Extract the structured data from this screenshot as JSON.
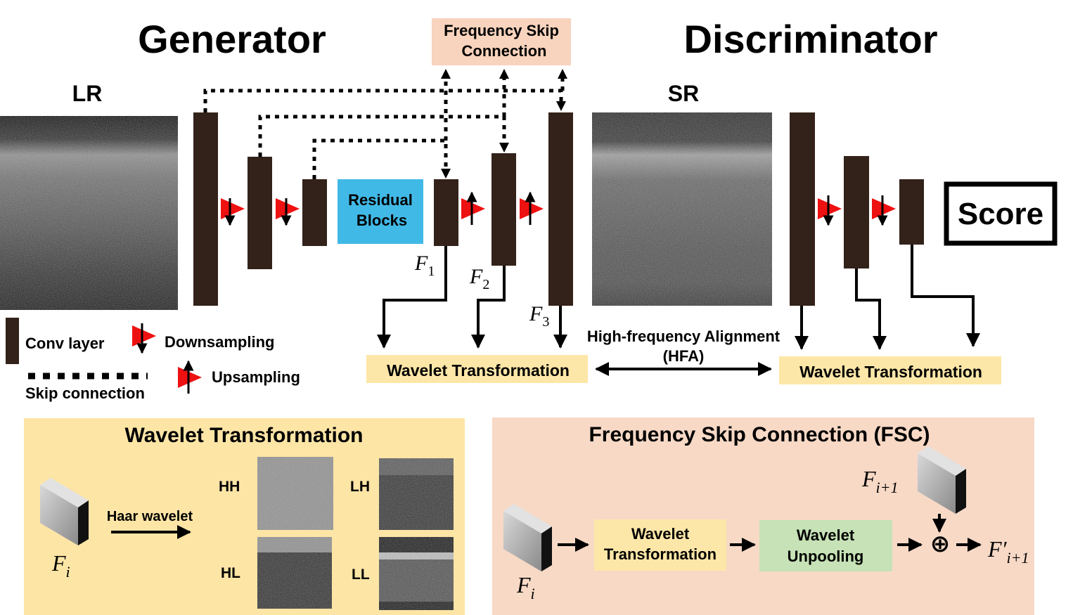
{
  "titles": {
    "generator": "Generator",
    "discriminator": "Discriminator"
  },
  "images": {
    "lr_label": "LR",
    "sr_label": "SR"
  },
  "fsc_box": {
    "line1": "Frequency Skip",
    "line2": "Connection"
  },
  "residual": {
    "line1": "Residual",
    "line2": "Blocks"
  },
  "score": "Score",
  "features": {
    "f1": {
      "base": "F",
      "sub": "1"
    },
    "f2": {
      "base": "F",
      "sub": "2"
    },
    "f3": {
      "base": "F",
      "sub": "3"
    }
  },
  "legend": {
    "conv": "Conv layer",
    "down": "Downsampling",
    "skip": "Skip connection",
    "up": "Upsampling"
  },
  "hfa": {
    "line1": "High-frequency Alignment",
    "line2": "(HFA)"
  },
  "wavelet_left": "Wavelet Transformation",
  "wavelet_right": "Wavelet Transformation",
  "wt_panel": {
    "title": "Wavelet Transformation",
    "arrow_label": "Haar wavelet",
    "feature": {
      "base": "F",
      "sub": "i"
    },
    "bands": [
      "HH",
      "LH",
      "HL",
      "LL"
    ]
  },
  "fsc_panel": {
    "title": "Frequency Skip Connection (FSC)",
    "feature_in": {
      "base": "F",
      "sub": "i"
    },
    "feature_next": {
      "base": "F",
      "sub": "i+1"
    },
    "feature_out": {
      "base": "F′",
      "sub": "i+1"
    },
    "wt_line1": "Wavelet",
    "wt_line2": "Transformation",
    "unpool_line1": "Wavelet",
    "unpool_line2": "Unpooling",
    "plus": "⊕"
  },
  "colors": {
    "conv": "#33221a",
    "fsc_fill": "#f8d3bd",
    "residual_fill": "#41b9e6",
    "wavelet_fill": "#fde7a8",
    "wt_panel_fill": "#fde5a6",
    "fsc_panel_fill": "#f7d9c6",
    "unpool_fill": "#c6e2b6",
    "marker_red": "#ee1111"
  }
}
